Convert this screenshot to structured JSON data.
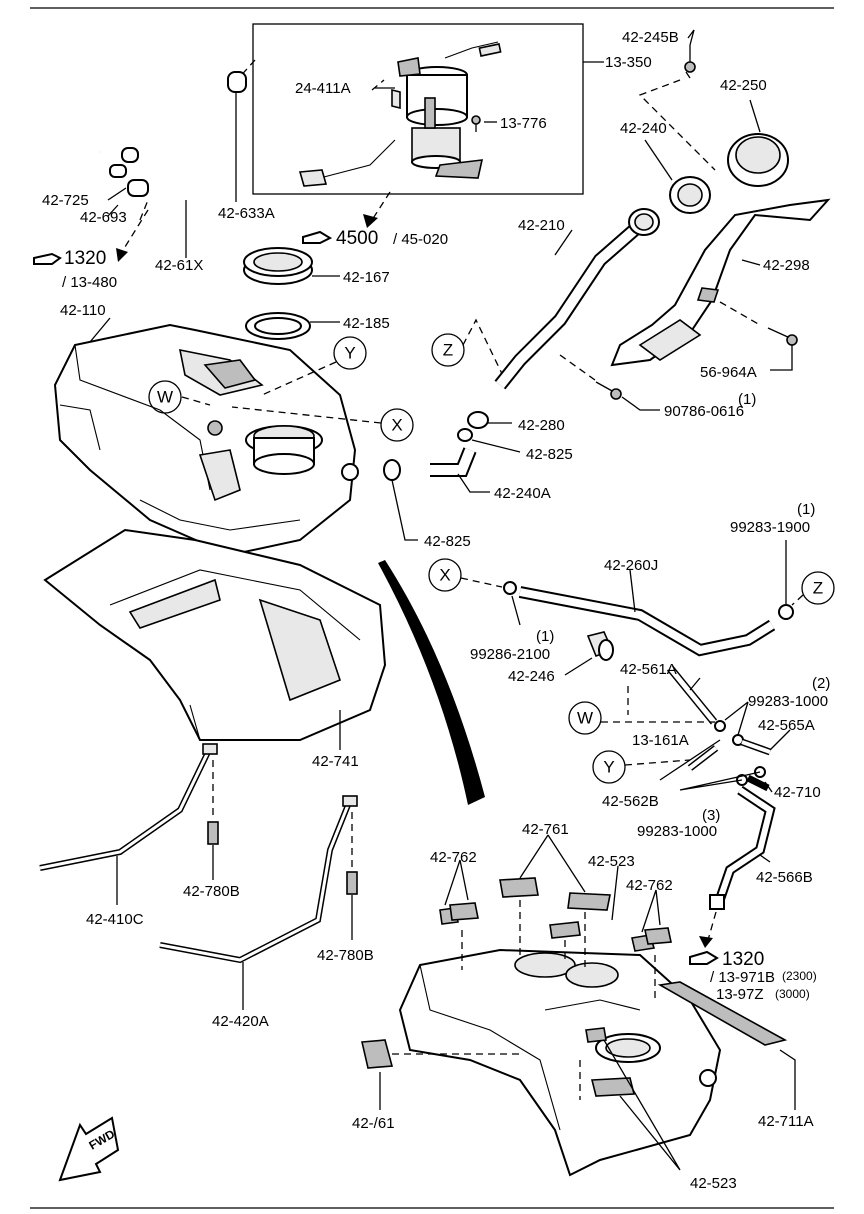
{
  "labels": {
    "p42_245b": "42-245B",
    "p13_350": "13-350",
    "p24_411a": "24-411A",
    "p13_776": "13-776",
    "p42_250": "42-250",
    "p42_240": "42-240",
    "p42_725": "42-725",
    "p42_693": "42-693",
    "p42_633a": "42-633A",
    "p42_61x": "42-61X",
    "ref_4500": "4500",
    "ref_45020": "/ 45-020",
    "ref_1320_a": "1320",
    "ref_13480": "/ 13-480",
    "p42_210": "42-210",
    "p42_298": "42-298",
    "p42_167": "42-167",
    "p42_110": "42-110",
    "p42_185": "42-185",
    "p56_964a": "56-964A",
    "qty_1_a": "(1)",
    "p90786": "90786-0616",
    "p42_280": "42-280",
    "p42_825_a": "42-825",
    "p42_240a": "42-240A",
    "p42_825_b": "42-825",
    "qty_1_b": "(1)",
    "p99283_1900": "99283-1900",
    "p42_260j": "42-260J",
    "qty_1_c": "(1)",
    "p99286_2100": "99286-2100",
    "p42_246": "42-246",
    "p42_561a": "42-561A",
    "qty_2": "(2)",
    "p99283_1000_a": "99283-1000",
    "p42_565a": "42-565A",
    "p13_161a": "13-161A",
    "p42_741": "42-741",
    "p42_562b": "42-562B",
    "p42_710": "42-710",
    "qty_3": "(3)",
    "p99283_1000_b": "99283-1000",
    "p42_761_a": "42-761",
    "p42_762_a": "42-762",
    "p42_523_a": "42-523",
    "p42_762_b": "42-762",
    "p42_566b": "42-566B",
    "p42_780b_a": "42-780B",
    "p42_410c": "42-410C",
    "p42_780b_b": "42-780B",
    "ref_1320_b": "1320",
    "ref_13971b": "/ 13-971B",
    "ref_2300": "(2300)",
    "ref_1397z": "13-97Z",
    "ref_3000": "(3000)",
    "p42_420a": "42-420A",
    "p42_761_b": "42-/61",
    "p42_711a": "42-711A",
    "p42_523_b": "42-523",
    "fwd": "FWD"
  },
  "callouts": {
    "w": "W",
    "x": "X",
    "y": "Y",
    "z": "Z"
  }
}
